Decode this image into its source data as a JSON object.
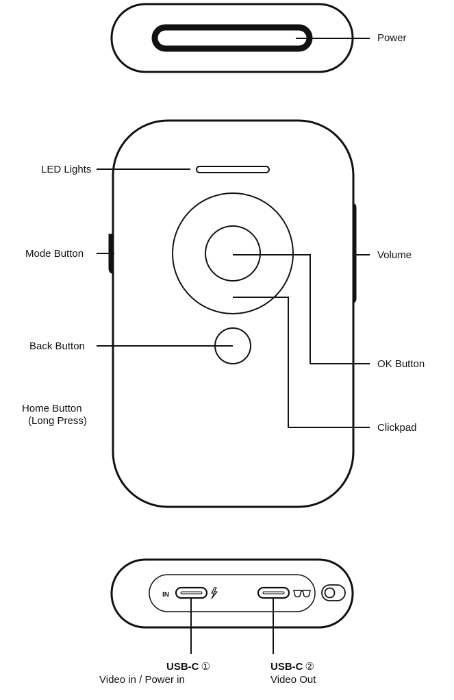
{
  "labels": {
    "power": "Power",
    "led_lights": "LED Lights",
    "mode_button": "Mode Button",
    "volume": "Volume",
    "back_button": "Back Button",
    "ok_button": "OK Button",
    "home_button_line1": "Home Button",
    "home_button_line2": "(Long Press)",
    "clickpad": "Clickpad"
  },
  "ports": {
    "in_badge": "IN",
    "usb1_title": "USB-C",
    "usb1_number": "①",
    "usb1_desc": "Video in / Power in",
    "usb2_title": "USB-C",
    "usb2_number": "②",
    "usb2_desc": "Video Out"
  },
  "icons": [
    "lightning-icon",
    "glasses-icon",
    "toggle-switch-icon"
  ],
  "colors": {
    "stroke": "#111111",
    "background": "#ffffff"
  }
}
